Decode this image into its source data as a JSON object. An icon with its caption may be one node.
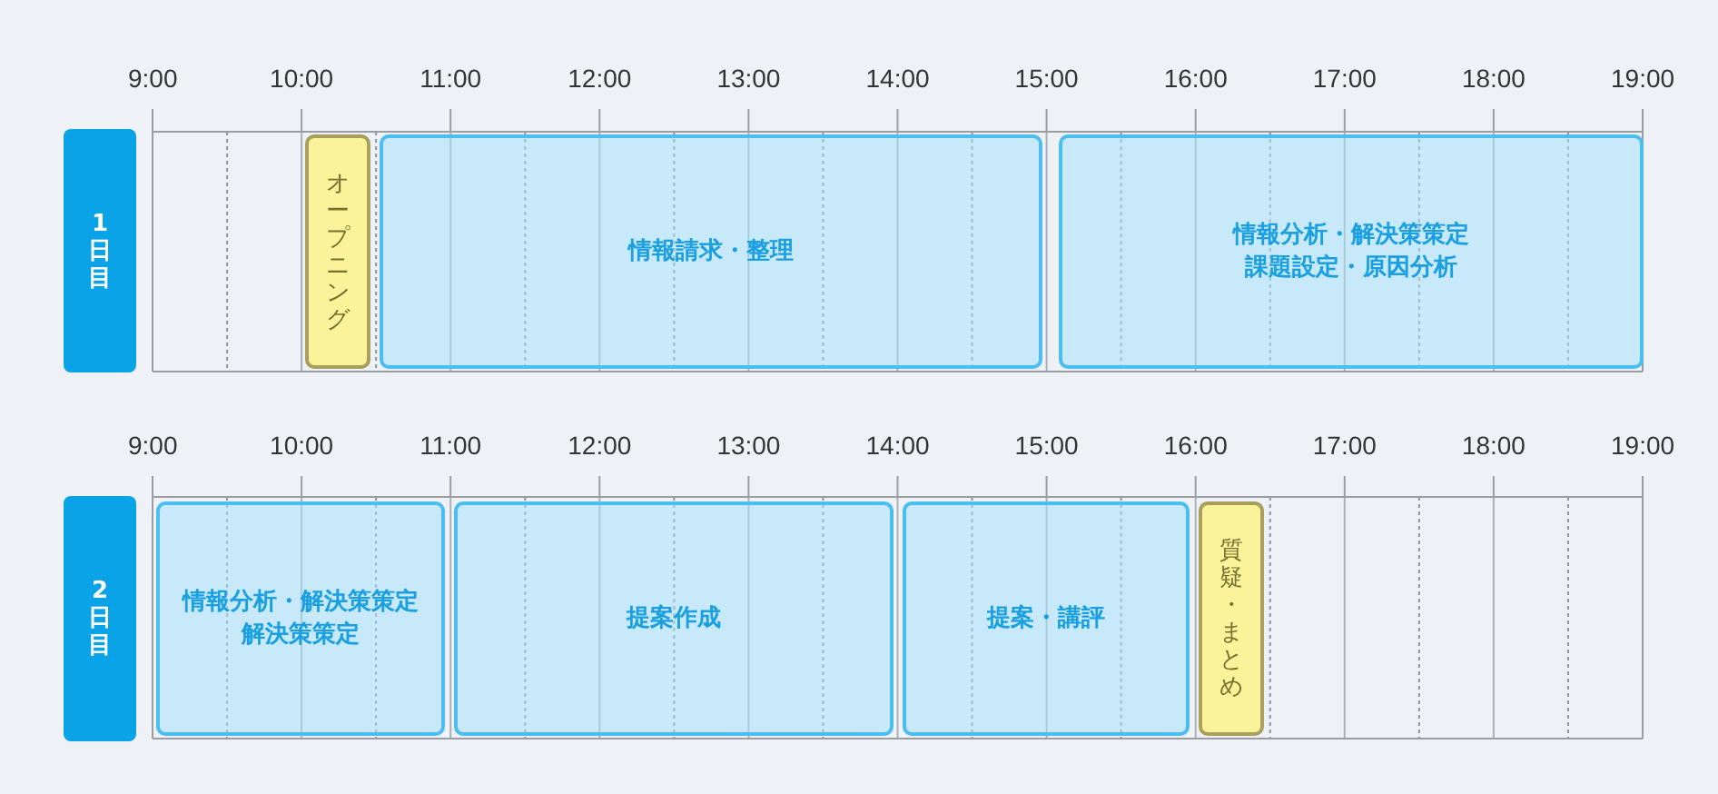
{
  "diagram": {
    "nodes": [
      {
        "text": [
          "1日目"
        ]
      },
      {
        "text": [
          "オープニング"
        ]
      },
      {
        "text": [
          "情報請求・整理"
        ]
      },
      {
        "text": [
          "情報分析・解決策策定",
          "課題設定・原因分析"
        ]
      },
      {
        "text": [
          "2日目"
        ]
      },
      {
        "text": [
          "情報分析・解決策策定",
          "解決策策定"
        ]
      },
      {
        "text": [
          "提案作成"
        ]
      },
      {
        "text": [
          "提案・講評"
        ]
      },
      {
        "text": [
          "質疑・まとめ"
        ]
      }
    ],
    "labels": [
      "9:00",
      "10:00",
      "11:00",
      "12:00",
      "13:00",
      "14:00",
      "15:00",
      "16:00",
      "17:00",
      "18:00",
      "19:00",
      "9:00",
      "10:00",
      "11:00",
      "12:00",
      "13:00",
      "14:00",
      "15:00",
      "16:00",
      "17:00",
      "18:00",
      "19:00"
    ]
  }
}
